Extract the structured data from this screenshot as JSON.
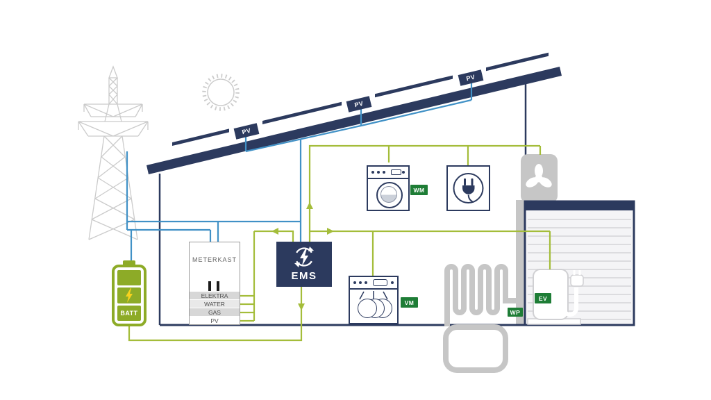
{
  "diagram_title": "home-energy-management-diagram",
  "pv_labels": [
    "PV",
    "PV",
    "PV"
  ],
  "meterkast": {
    "title": "METERKAST",
    "rows": [
      "ELEKTRA",
      "WATER",
      "GAS",
      "PV"
    ]
  },
  "ems_label": "EMS",
  "battery_label": "BATT",
  "badges": {
    "wm": "WM",
    "vm": "VM",
    "wp": "WP",
    "ev": "EV"
  },
  "colors": {
    "navy": "#2c3a5e",
    "blue_line": "#4191c6",
    "green_line": "#a4bd3a",
    "badge_green": "#1e7d36",
    "battery_green": "#8dab27",
    "gray": "#c6c6c6",
    "bolt_yellow": "#f7d21e"
  }
}
